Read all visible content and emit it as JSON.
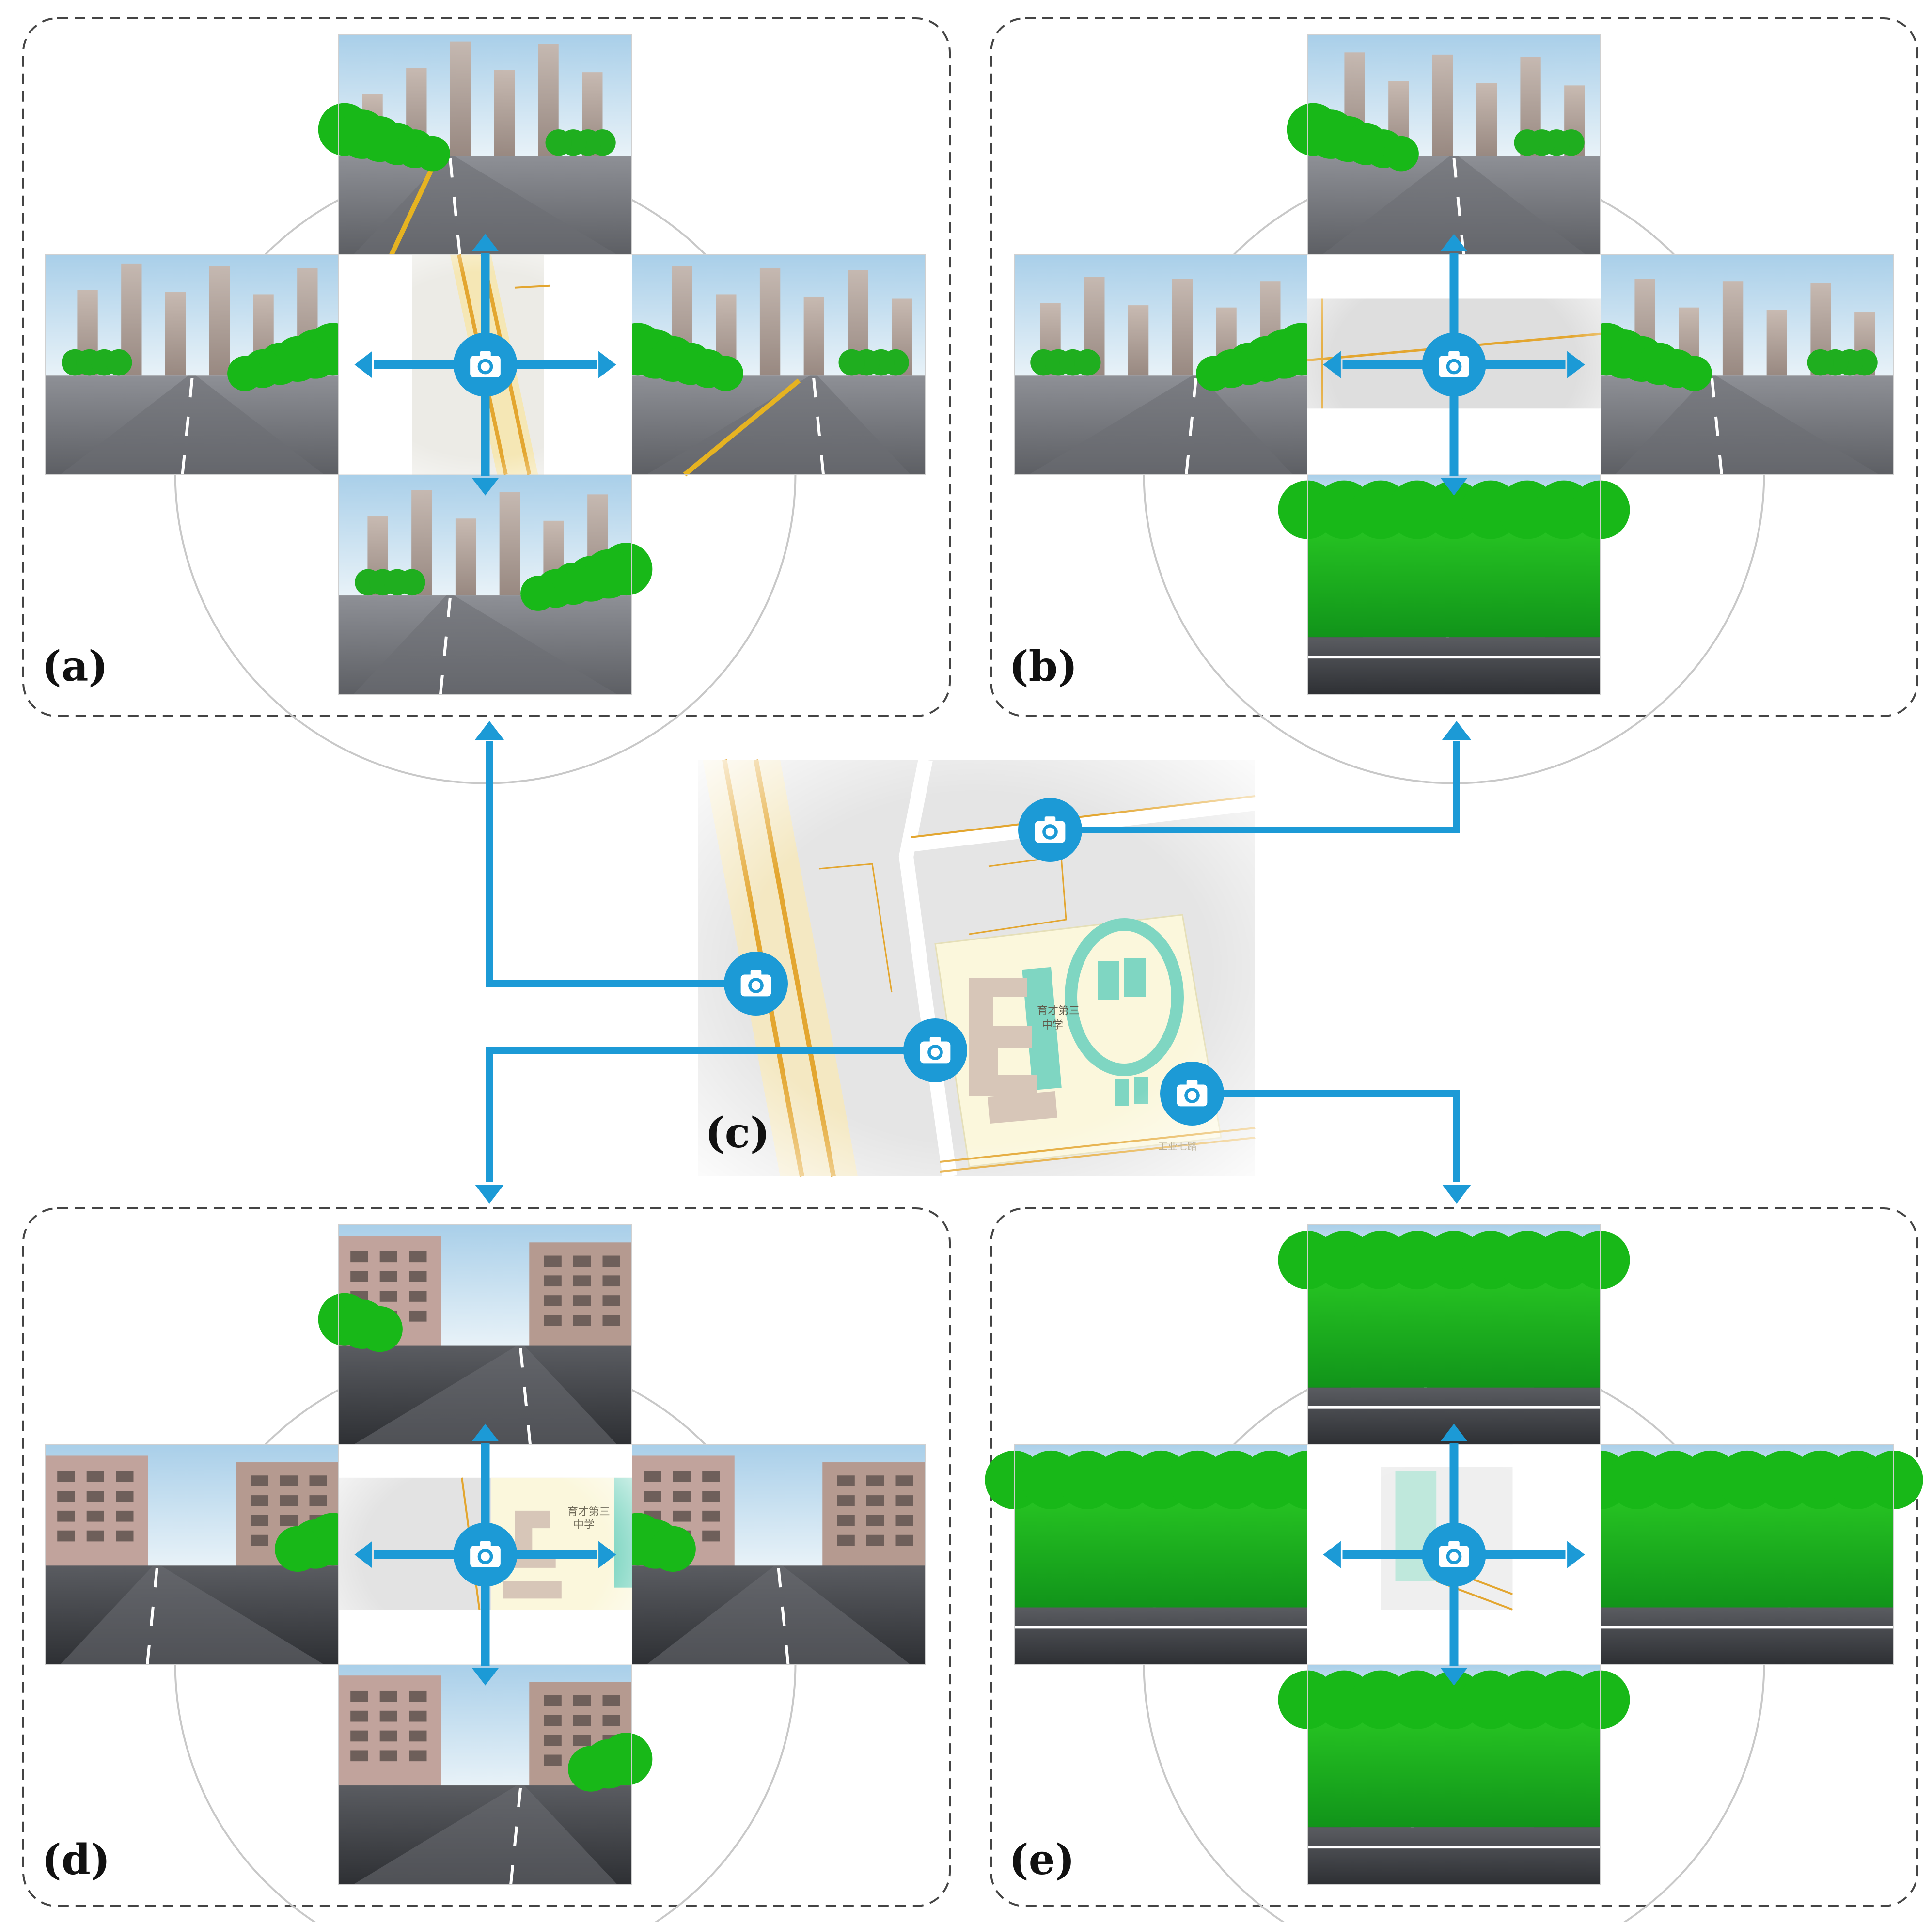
{
  "panels": [
    {
      "id": "a",
      "label": "(a)"
    },
    {
      "id": "b",
      "label": "(b)"
    },
    {
      "id": "d",
      "label": "(d)"
    },
    {
      "id": "e",
      "label": "(e)"
    }
  ],
  "center_map": {
    "label": "(c)",
    "map_text": [
      "育才第三",
      "中学"
    ],
    "road_label": "工业七路"
  },
  "inset_map_text": [
    "育才第三",
    "中学"
  ],
  "colors": {
    "accent": "#1c9ad6",
    "vegetation": "#18b818",
    "road": "#8e9096",
    "sky": "#cfe4f2",
    "map_bg": "#e5e5e5",
    "map_road": "#e3a630",
    "school_area": "#fbf7dc",
    "track": "#7fd6c2",
    "building": "#d7c6b8"
  },
  "icons": [
    "camera-icon",
    "arrow-icon"
  ]
}
